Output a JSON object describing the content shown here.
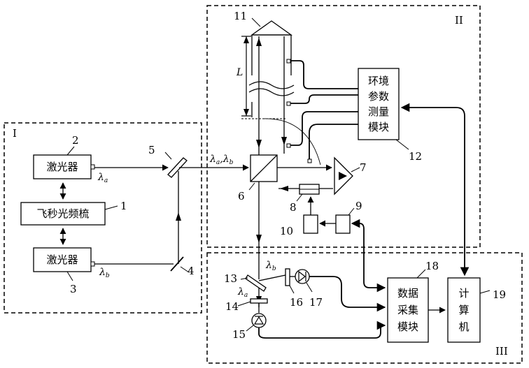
{
  "regions": {
    "I": "I",
    "II": "II",
    "III": "III"
  },
  "blocks": {
    "laser_a": "激光器",
    "comb": "飞秒光频梳",
    "laser_b": "激光器",
    "env_line1": "环境",
    "env_line2": "参数",
    "env_line3": "测量",
    "env_line4": "模块",
    "daq_line1": "数据",
    "daq_line2": "采集",
    "daq_line3": "模块",
    "pc_line1": "计",
    "pc_line2": "算",
    "pc_line3": "机"
  },
  "numbers": {
    "n1": "1",
    "n2": "2",
    "n3": "3",
    "n4": "4",
    "n5": "5",
    "n6": "6",
    "n7": "7",
    "n8": "8",
    "n9": "9",
    "n10": "10",
    "n11": "11",
    "n12": "12",
    "n13": "13",
    "n14": "14",
    "n15": "15",
    "n16": "16",
    "n17": "17",
    "n18": "18",
    "n19": "19"
  },
  "beam_labels": {
    "lambda": "λ",
    "a": "a",
    "b": "b",
    "comma": ",",
    "L": "L"
  }
}
